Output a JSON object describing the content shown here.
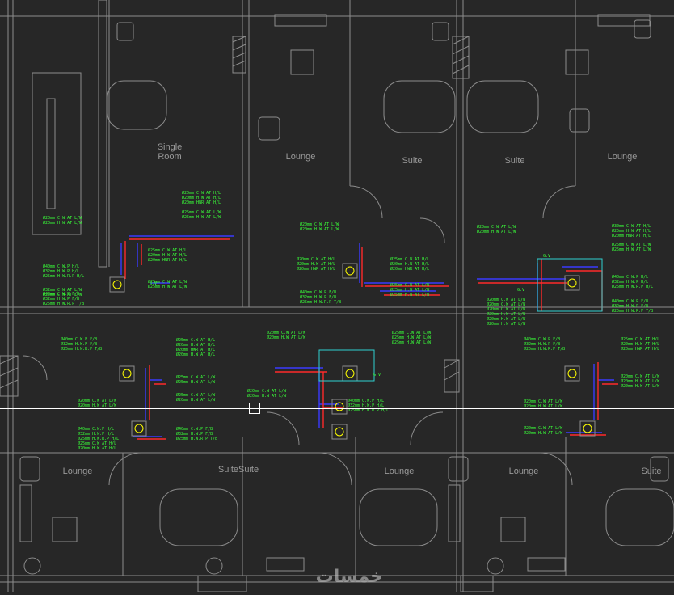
{
  "colors": {
    "background": "#272727",
    "linework": "#8c8c8c",
    "annotation": "#39ff39",
    "cold_water": "#3a3aff",
    "hot_water": "#ff2a2a",
    "fixture_highlight": "#ffff00",
    "cyan_box": "#2fd0d0",
    "crosshair": "#ffffff"
  },
  "rooms": [
    {
      "label": "Single\nRoom"
    },
    {
      "label": "Lounge"
    },
    {
      "label": "Suite"
    },
    {
      "label": "Suite"
    },
    {
      "label": "Lounge"
    },
    {
      "label": "Lounge"
    },
    {
      "label": "SuiteSuite"
    },
    {
      "label": "Lounge"
    },
    {
      "label": "Lounge"
    },
    {
      "label": "Suite"
    }
  ],
  "pipe_notes": [
    "Ø20mm C.W AT H/L\nØ20mm H.W AT H/L\nØ20mm HWR AT H/L\n\nØ25mm C.W AT L/W\nØ25mm H.W AT L/W",
    "Ø20mm C.W AT L/W\nØ20mm H.W AT L/W",
    "Ø25mm C.W AT H/L\nØ20mm H.W AT H/L\nØ20mm HWR AT H/L",
    "Ø25mm C.W AT L/W\nØ25mm H.W AT L/W",
    "Ø40mm C.W.P H/L\nØ32mm H.W.P H/L\nØ25mm H.W.R.P H/L",
    "Ø32mm C.W AT L/W\nØ25mm C.W AT L/W",
    "Ø40mm C.W.P F/B\nØ32mm H.W.P F/B\nØ25mm H.W.R.P T/B",
    "Ø20mm C.W AT L/W\nØ20mm H.W AT L/W",
    "Ø20mm C.W AT H/L\nØ20mm H.W AT H/L\nØ20mm HWR AT H/L",
    "Ø25mm C.W AT H/L\nØ20mm H.W AT H/L\nØ20mm HWR AT H/L",
    "Ø25mm C.W AT L/W\nØ25mm H.W AT L/W\nØ25mm H.W AT L/W",
    "Ø40mm C.W.P F/B\nØ32mm H.W.P F/B\nØ25mm H.W.R.P T/B",
    "Ø20mm C.W AT L/W\nØ20mm H.W AT L/W",
    "Ø30mm C.W AT H/L\nØ25mm H.W AT H/L\nØ20mm HWR AT H/L",
    "Ø25mm C.W AT L/W\nØ25mm H.W AT L/W",
    "Ø40mm C.W.P H/L\nØ32mm H.W.P H/L\nØ25mm H.W.R.P H/L",
    "Ø20mm C.W AT L/W\nØ20mm C.W AT L/W\nØ20mm C.W AT L/W\nØ20mm H.W AT L/W\nØ20mm H.W AT L/W\nØ20mm H.W AT L/W",
    "Ø40mm C.W.P F/B\nØ32mm H.W.P F/B\nØ25mm H.W.R.P T/B",
    "Ø40mm C.W.P F/B\nØ32mm H.W.P F/B\nØ25mm H.W.R.P T/B",
    "Ø25mm C.W AT H/L\nØ20mm H.W AT H/L\nØ20mm HWR AT H/L\nØ20mm H.W AT H/L",
    "Ø25mm C.W AT L/W\nØ25mm H.W AT L/W",
    "Ø25mm C.W AT L/W\nØ20mm H.W AT L/W",
    "Ø20mm C.W AT L/W\nØ20mm H.W AT L/W",
    "Ø40mm C.W.P H/L\nØ32mm H.W.P H/L\nØ25mm H.W.R.P H/L\nØ25mm C.W AT H/L\nØ20mm H.W AT H/L",
    "Ø40mm C.W.P F/B\nØ32mm H.W.P F/B\nØ25mm H.W.R.P T/B",
    "Ø20mm C.W AT L/W\nØ20mm H.W AT L/W",
    "Ø25mm C.W AT L/W\nØ25mm H.W AT L/W\nØ25mm H.W AT L/W",
    "Ø20mm C.W AT L/W\nØ20mm H.W AT L/W",
    "Ø40mm C.W.P H/L\nØ32mm H.W.P H/L\nØ25mm H.W.R.P H/L",
    "Ø40mm C.W.P F/B\nØ32mm H.W.P F/B\nØ25mm H.W.R.P T/B",
    "Ø25mm C.W AT H/L\nØ20mm H.W AT H/L\nØ20mm HWR AT H/L",
    "Ø20mm C.W AT L/W\nØ20mm H.W AT L/W\nØ20mm H.W AT L/W",
    "Ø20mm C.W AT L/W\nØ20mm H.W AT L/W",
    "Ø20mm C.W AT L/W\nØ20mm H.W AT L/W"
  ],
  "valve_tag": "G.V",
  "watermark": "خمسات"
}
